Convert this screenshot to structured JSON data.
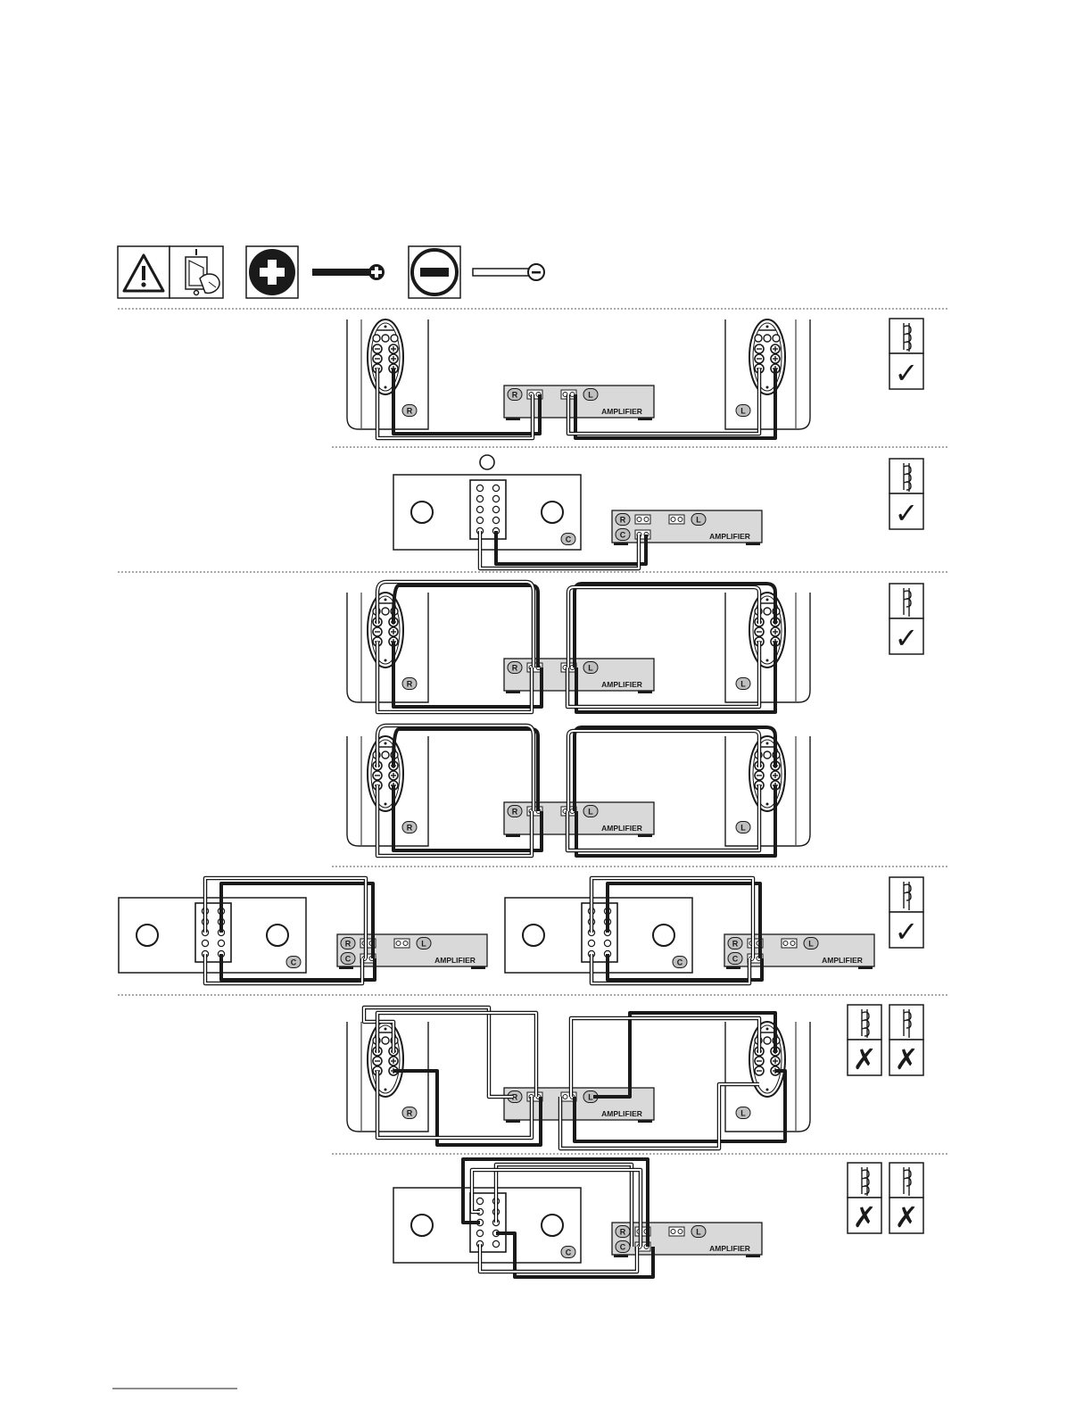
{
  "legend": {
    "warning_icon": "warning-triangle-icon",
    "power_switch_icon": "power-switch-off-icon",
    "positive_icon": "plus-circle-icon",
    "negative_icon": "minus-circle-icon"
  },
  "labels": {
    "amplifier": "AMPLIFIER",
    "right": "R",
    "left": "L",
    "center": "C"
  },
  "status": {
    "correct_mark": "✓",
    "wrong_mark": "✗"
  },
  "diagrams": [
    {
      "id": "stereo-single-wire",
      "verdict": "correct"
    },
    {
      "id": "center-single-wire",
      "verdict": "correct"
    },
    {
      "id": "stereo-bi-wire-a",
      "verdict": "correct"
    },
    {
      "id": "stereo-bi-wire-b",
      "verdict": "correct"
    },
    {
      "id": "center-bi-wire-a",
      "verdict": "correct"
    },
    {
      "id": "center-bi-wire-b",
      "verdict": "correct"
    },
    {
      "id": "stereo-wrong-wire",
      "verdict": "wrong"
    },
    {
      "id": "center-wrong-wire",
      "verdict": "wrong"
    }
  ],
  "colors": {
    "ink": "#1a1a1a",
    "amp_fill": "#d9d9d9",
    "badge_fill": "#bfbfbf",
    "paper": "#ffffff"
  }
}
